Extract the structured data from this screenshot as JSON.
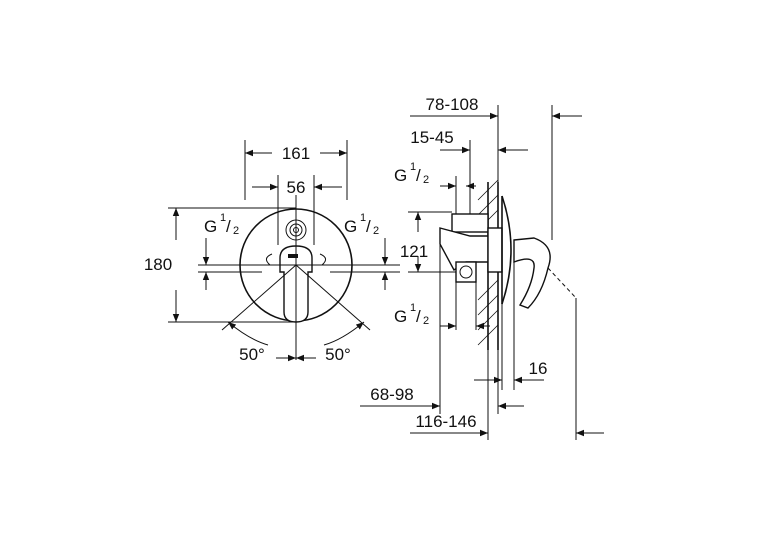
{
  "front_view": {
    "width_overall": "161",
    "width_handle": "56",
    "height_overall": "180",
    "thread_left": {
      "prefix": "G",
      "num": "1",
      "den": "2"
    },
    "thread_right": {
      "prefix": "G",
      "num": "1",
      "den": "2"
    },
    "angle_left": "50°",
    "angle_right": "50°"
  },
  "side_view": {
    "depth_overall": "78-108",
    "depth_body": "15-45",
    "thread_top": {
      "prefix": "G",
      "num": "1",
      "den": "2"
    },
    "thread_bottom": {
      "prefix": "G",
      "num": "1",
      "den": "2"
    },
    "height_outlets": "121",
    "rosette": "16",
    "install_min": "68-98",
    "install_max": "116-146"
  }
}
